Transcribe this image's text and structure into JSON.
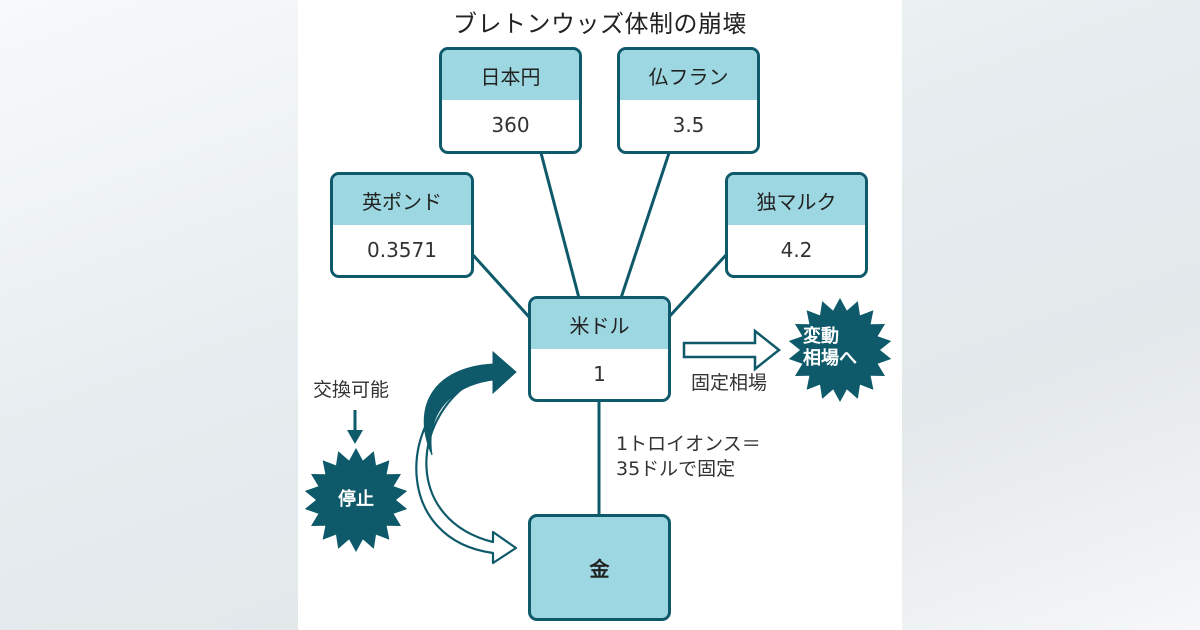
{
  "title": "ブレトンウッズ体制の崩壊",
  "colors": {
    "dark_teal": "#0f5a6a",
    "light_teal": "#9dd8e2",
    "panel_bg": "#ffffff"
  },
  "currencies": {
    "jpy": {
      "name": "日本円",
      "rate": "360"
    },
    "frf": {
      "name": "仏フラン",
      "rate": "3.5"
    },
    "gbp": {
      "name": "英ポンド",
      "rate": "0.3571"
    },
    "dem": {
      "name": "独マルク",
      "rate": "4.2"
    },
    "usd": {
      "name": "米ドル",
      "rate": "1"
    }
  },
  "gold": {
    "name": "金"
  },
  "annotations": {
    "gold_peg_line1": "1トロイオンス＝",
    "gold_peg_line2": "35ドルで固定",
    "convertible": "交換可能",
    "fixed_rate": "固定相場"
  },
  "bursts": {
    "suspended": "停止",
    "floating_line1": "変動",
    "floating_line2": "相場へ"
  }
}
